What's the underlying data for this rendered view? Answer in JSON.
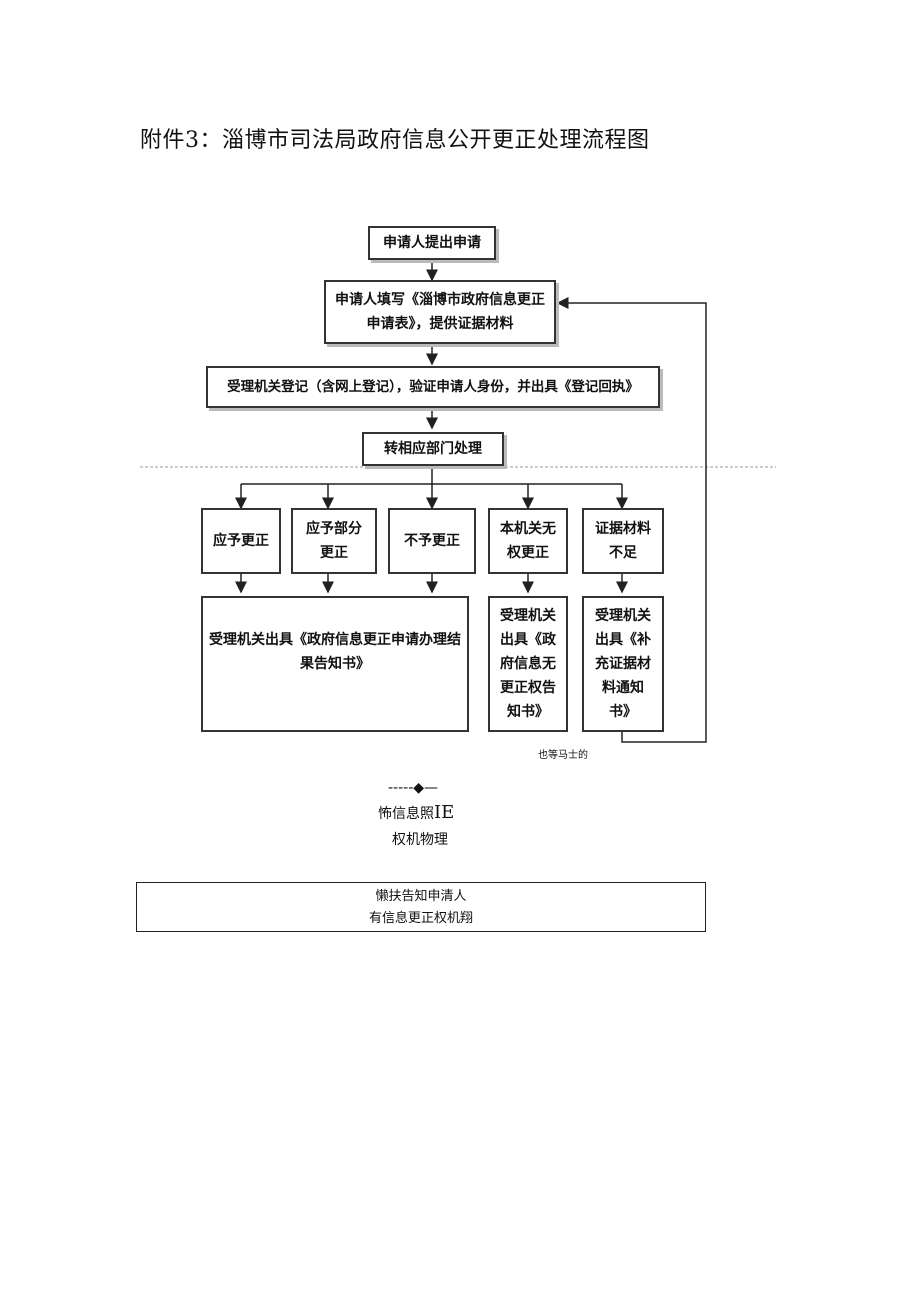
{
  "title": "附件3：淄博市司法局政府信息公开更正处理流程图",
  "flow": {
    "start": "申请人提出申请",
    "fill_form": [
      "申请人填写《淄博市政府信息更正",
      "申请表》，提供证据材料"
    ],
    "register": "受理机关登记（含网上登记），验证申请人身份，并出具《登记回执》",
    "transfer": "转相应部门处理",
    "branches": [
      [
        "应予更正"
      ],
      [
        "应予部分",
        "更正"
      ],
      [
        "不予更正"
      ],
      [
        "本机关无",
        "权更正"
      ],
      [
        "证据材料",
        "不足"
      ]
    ],
    "result_notice": [
      "受理机关出具《政府信息更正申请办理结",
      "果告知书》"
    ],
    "no_authority_notice": [
      "受理机关",
      "出具《政",
      "府信息无",
      "更正权告",
      "知书》"
    ],
    "supplement_notice": [
      "受理机关",
      "出具《补",
      "充证据材",
      "料通知",
      "书》"
    ]
  },
  "small_note": "也等马士的",
  "fragment_arrow": "-----◆—",
  "fragment_line1_a": "怖信息照",
  "fragment_line1_b": "IE",
  "fragment_line2": "权机物理",
  "bottom_box": [
    "懒扶告知申清人",
    "有信息更正权机翔"
  ]
}
